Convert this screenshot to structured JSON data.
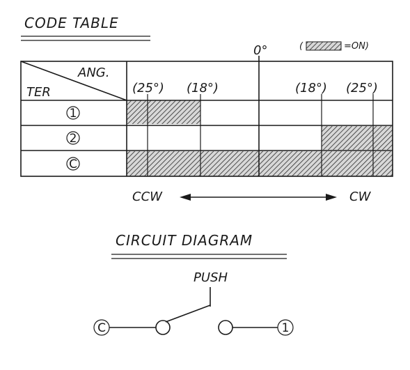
{
  "code_table": {
    "title": "CODE TABLE",
    "legend_text": "=ON)",
    "legend_open": "(",
    "center_angle": "0°",
    "header_angle": "ANG.",
    "header_terminal": "TER",
    "angle_labels": [
      "(25°)",
      "(18°)",
      "(18°)",
      "(25°)"
    ],
    "rows": [
      {
        "terminal": "1",
        "on_segments": [
          [
            0,
            2
          ]
        ]
      },
      {
        "terminal": "2",
        "on_segments": [
          [
            6,
            8
          ]
        ]
      },
      {
        "terminal": "C",
        "on_segments": [
          [
            0,
            8
          ]
        ]
      }
    ],
    "ccw_label": "CCW",
    "cw_label": "CW"
  },
  "circuit": {
    "title": "CIRCUIT DIAGRAM",
    "push_label": "PUSH",
    "left_terminal": "C",
    "right_terminal": "1"
  }
}
